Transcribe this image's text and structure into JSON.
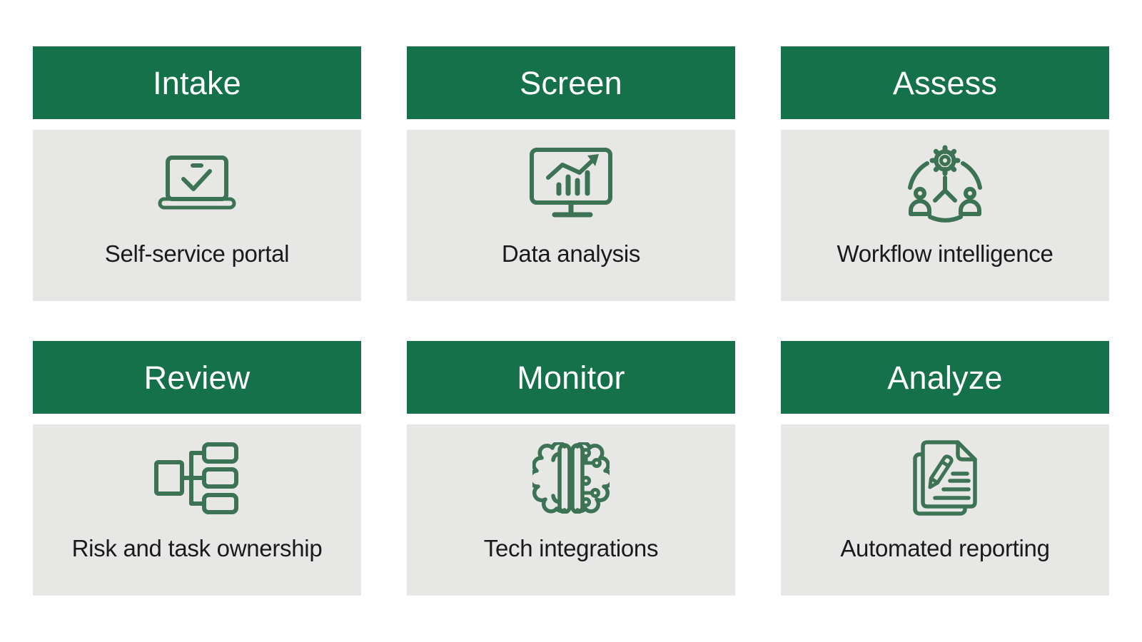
{
  "colors": {
    "page_bg": "#ffffff",
    "header_bg": "#147149",
    "header_text": "#ffffff",
    "body_bg": "#e7e7e6",
    "icon_stroke": "#3b7354",
    "label_text": "#1a1a1a"
  },
  "cards": [
    {
      "title": "Intake",
      "label": "Self-service portal",
      "icon": "laptop-check-icon"
    },
    {
      "title": "Screen",
      "label": "Data analysis",
      "icon": "monitor-chart-icon"
    },
    {
      "title": "Assess",
      "label": "Workflow intelligence",
      "icon": "people-gear-network-icon"
    },
    {
      "title": "Review",
      "label": "Risk and task ownership",
      "icon": "org-chart-icon"
    },
    {
      "title": "Monitor",
      "label": "Tech integrations",
      "icon": "ai-brain-icon"
    },
    {
      "title": "Analyze",
      "label": "Automated reporting",
      "icon": "document-pencil-icon"
    }
  ]
}
